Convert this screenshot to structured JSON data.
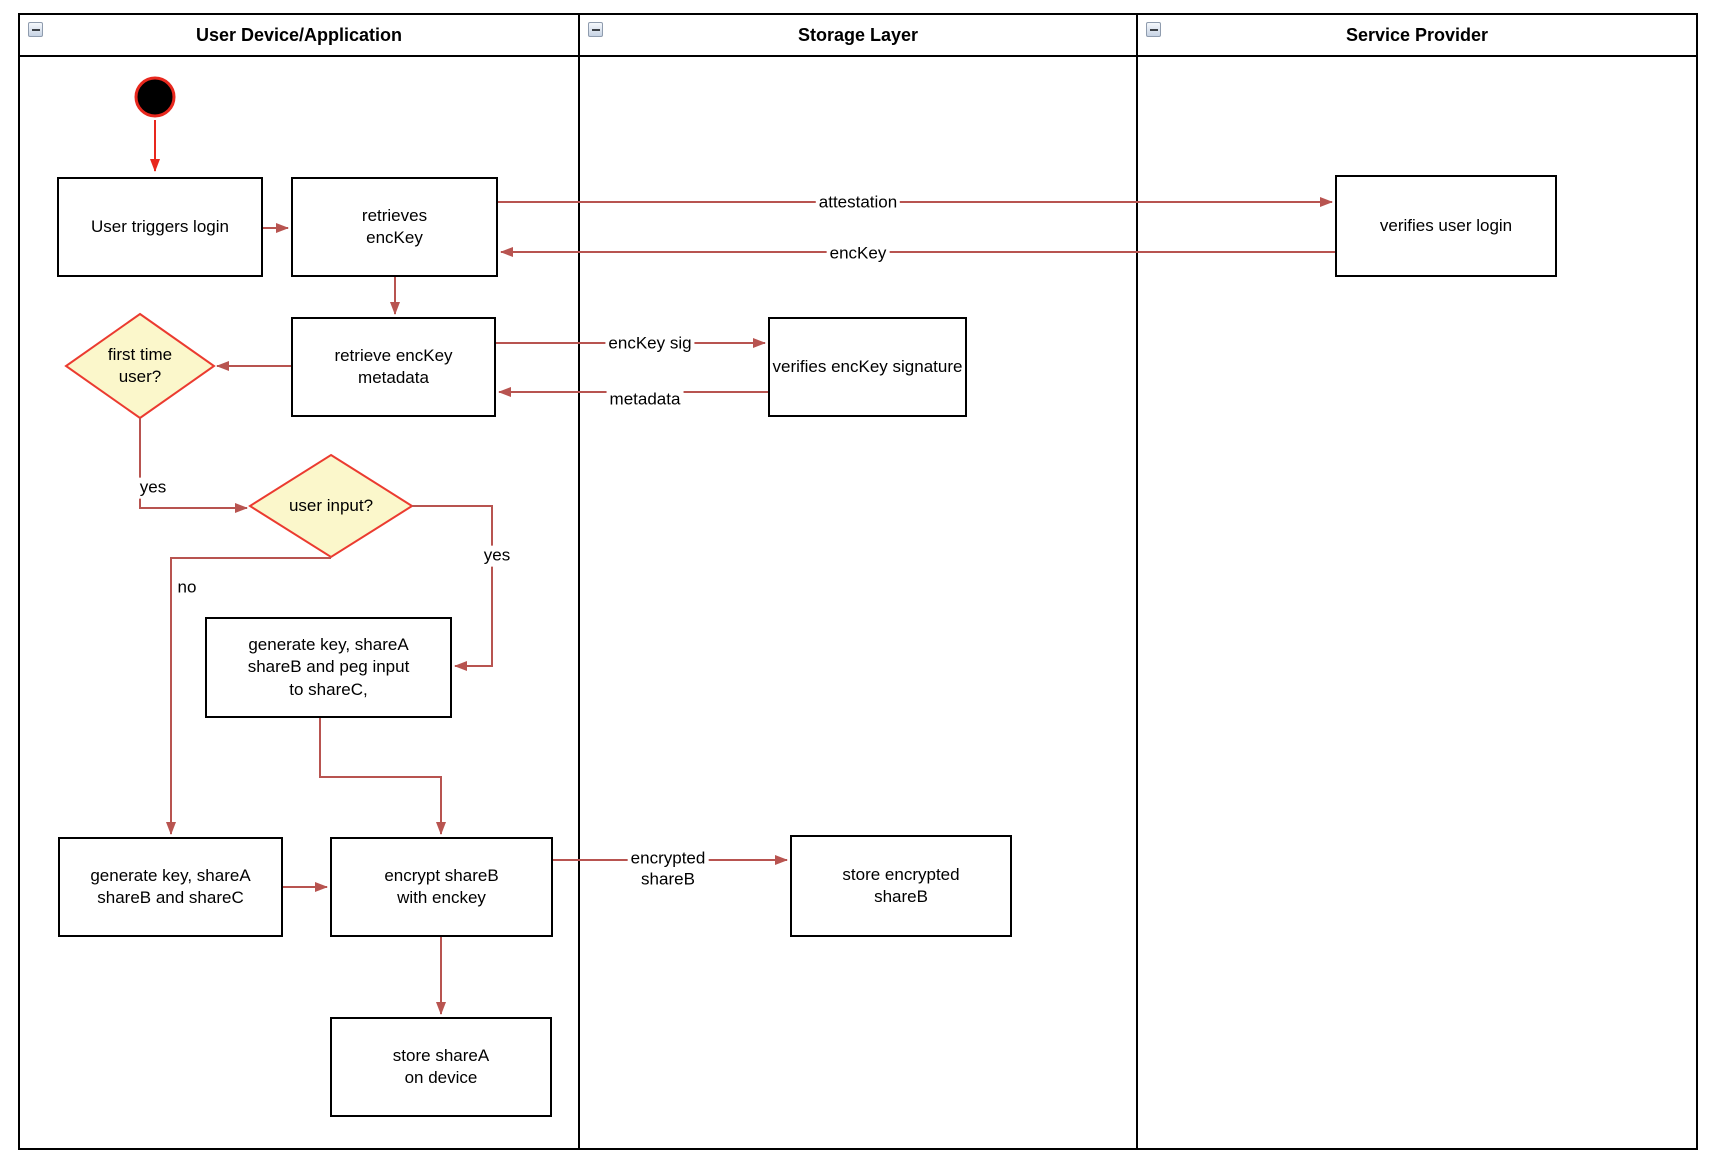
{
  "lanes": [
    {
      "title": "User Device/Application"
    },
    {
      "title": "Storage Layer"
    },
    {
      "title": "Service Provider"
    }
  ],
  "nodes": {
    "user_triggers_login": {
      "label": "User triggers login"
    },
    "retrieves_enckey": {
      "label": "retrieves\nencKey"
    },
    "verifies_user_login": {
      "label": "verifies user login"
    },
    "retrieve_enckey_metadata": {
      "label": "retrieve encKey\nmetadata"
    },
    "verifies_enckey_signature": {
      "label": "verifies encKey signature"
    },
    "first_time_user": {
      "label": "first time\nuser?"
    },
    "user_input": {
      "label": "user input?"
    },
    "generate_key_peg": {
      "label": "generate key, shareA\nshareB and peg input\nto shareC,"
    },
    "generate_key_abc": {
      "label": "generate key, shareA\nshareB and shareC"
    },
    "encrypt_shareb": {
      "label": "encrypt shareB\nwith enckey"
    },
    "store_encrypted_shareb": {
      "label": "store encrypted\nshareB"
    },
    "store_sharea": {
      "label": "store shareA\non device"
    }
  },
  "edge_labels": {
    "attestation": "attestation",
    "enckey": "encKey",
    "enckey_sig": "encKey sig",
    "metadata": "metadata",
    "yes_first_time": "yes",
    "no_user_input": "no",
    "yes_user_input": "yes",
    "encrypted_shareb": "encrypted\nshareB"
  },
  "colors": {
    "edge": "#b85450",
    "start_edge": "#e8281e",
    "diamond_fill": "#fbf7cb",
    "diamond_border": "#eb3b30",
    "node_border": "#000000",
    "lane_border": "#000000",
    "initial_node_fill": "#000000"
  }
}
